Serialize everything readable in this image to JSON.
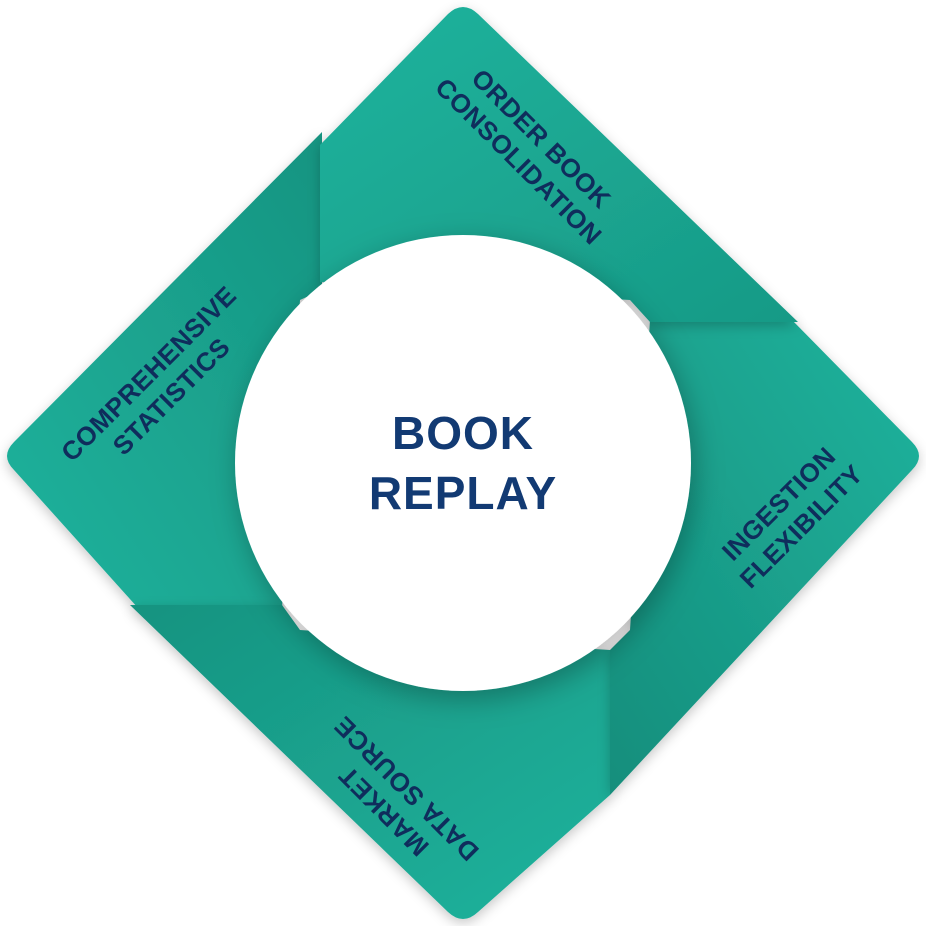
{
  "center": {
    "line1": "BOOK",
    "line2": "REPLAY"
  },
  "segments": {
    "top": {
      "line1": "ORDER BOOK",
      "line2": "CONSOLIDATION"
    },
    "right": {
      "line1": "INGESTION",
      "line2": "FLEXIBILITY"
    },
    "bottom": {
      "line1": "MARKET",
      "line2": "DATA SOURCE"
    },
    "left": {
      "line1": "COMPREHENSIVE",
      "line2": "STATISTICS"
    }
  },
  "colors": {
    "teal": "#1eb09b",
    "teal_dark": "#17917f",
    "text_dark": "#0f2d5c",
    "center_text": "#123a73",
    "circle": "#ffffff"
  }
}
